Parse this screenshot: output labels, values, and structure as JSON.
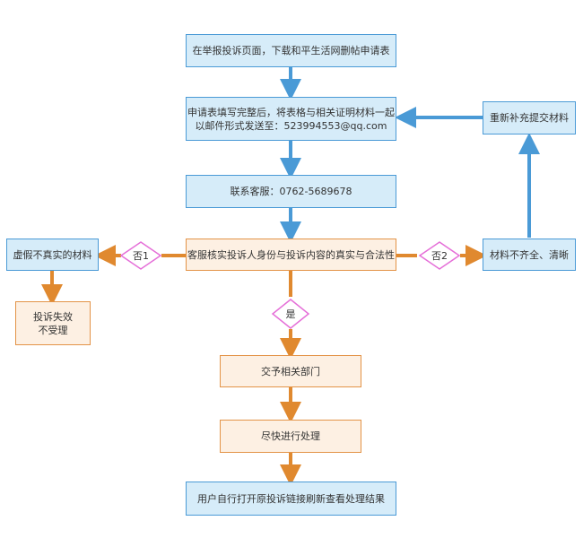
{
  "nodes": {
    "step1": "在举报投诉页面，下载和平生活网删帖申请表",
    "step2_line1": "申请表填写完整后，将表格与相关证明材料一起",
    "step2_line2": "以邮件形式发送至：523994553@qq.com",
    "step3": "联系客服：0762-5689678",
    "step4": "客服核实投诉人身份与投诉内容的真实与合法性",
    "false_material": "虚假不真实的材料",
    "invalid": "投诉失效\n不受理",
    "incomplete": "材料不齐全、清晰",
    "resubmit": "重新补充提交材料",
    "handover": "交予相关部门",
    "process": "尽快进行处理",
    "result": "用户自行打开原投诉链接刷新查看处理结果"
  },
  "decisions": {
    "no1": "否1",
    "no2": "否2",
    "yes": "是"
  },
  "colors": {
    "blue_arrow": "#4a9ad6",
    "orange_arrow": "#e0892f",
    "blue_fill": "#d6ecf9",
    "orange_fill": "#fdf0e3",
    "diamond_border": "#e56fd8"
  }
}
